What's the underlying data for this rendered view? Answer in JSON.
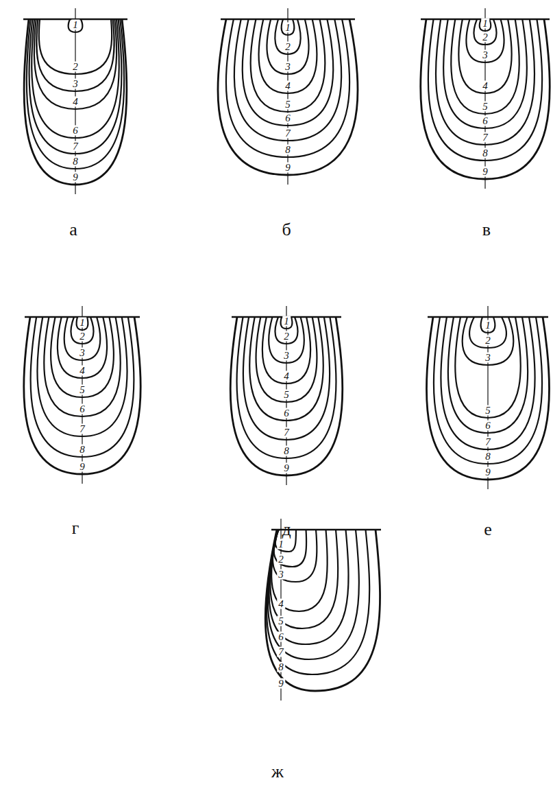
{
  "diagram": {
    "labels": [
      "1",
      "2",
      "3",
      "4",
      "6",
      "7",
      "8",
      "9",
      "а",
      "1",
      "2",
      "3",
      "4",
      "5",
      "6",
      "7",
      "8",
      "9",
      "б",
      "1",
      "2",
      "3",
      "4",
      "5",
      "6",
      "7",
      "8",
      "9",
      "в",
      "1",
      "2",
      "3",
      "4",
      "5",
      "6",
      "7",
      "8",
      "9",
      "г",
      "1",
      "2",
      "3",
      "4",
      "5",
      "6",
      "7",
      "8",
      "9",
      "д",
      "1",
      "2",
      "3",
      "5",
      "6",
      "7",
      "8",
      "9",
      "е",
      "1",
      "2",
      "3",
      "4",
      "5",
      "6",
      "7",
      "8",
      "9",
      "ж"
    ]
  }
}
